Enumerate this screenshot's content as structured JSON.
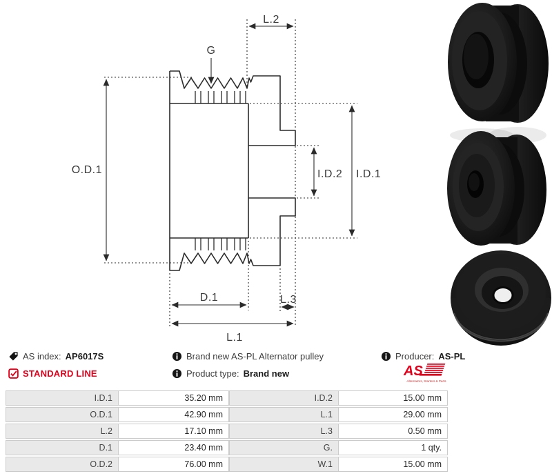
{
  "drawing": {
    "title": "alternator pulley cross-section",
    "labels": {
      "od1": "O.D.1",
      "id1": "I.D.1",
      "id2": "I.D.2",
      "l1": "L.1",
      "l2": "L.2",
      "l3": "L.3",
      "d1": "D.1",
      "g": "G"
    }
  },
  "info": {
    "as_index_label": "AS index:",
    "as_index_value": "AP6017S",
    "standard_line": "STANDARD LINE",
    "description": "Brand new AS-PL Alternator pulley",
    "product_type_label": "Product type:",
    "product_type_value": "Brand new",
    "producer_label": "Producer:",
    "producer_value": "AS-PL",
    "logo_text": "AS",
    "logo_tagline": "Alternators, Starters & Parts"
  },
  "specs": {
    "rows": [
      {
        "l_label": "I.D.1",
        "l_value": "35.20 mm",
        "r_label": "I.D.2",
        "r_value": "15.00 mm"
      },
      {
        "l_label": "O.D.1",
        "l_value": "42.90 mm",
        "r_label": "L.1",
        "r_value": "29.00 mm"
      },
      {
        "l_label": "L.2",
        "l_value": "17.10 mm",
        "r_label": "L.3",
        "r_value": "0.50 mm"
      },
      {
        "l_label": "D.1",
        "l_value": "23.40 mm",
        "r_label": "G.",
        "r_value": "1 qty."
      },
      {
        "l_label": "O.D.2",
        "l_value": "76.00 mm",
        "r_label": "W.1",
        "r_value": "15.00 mm"
      }
    ]
  },
  "colors": {
    "accent_red": "#e2001a",
    "line_color": "#2b2b2b",
    "table_label_bg": "#e9e9e9",
    "table_border": "#cbcbcb"
  }
}
